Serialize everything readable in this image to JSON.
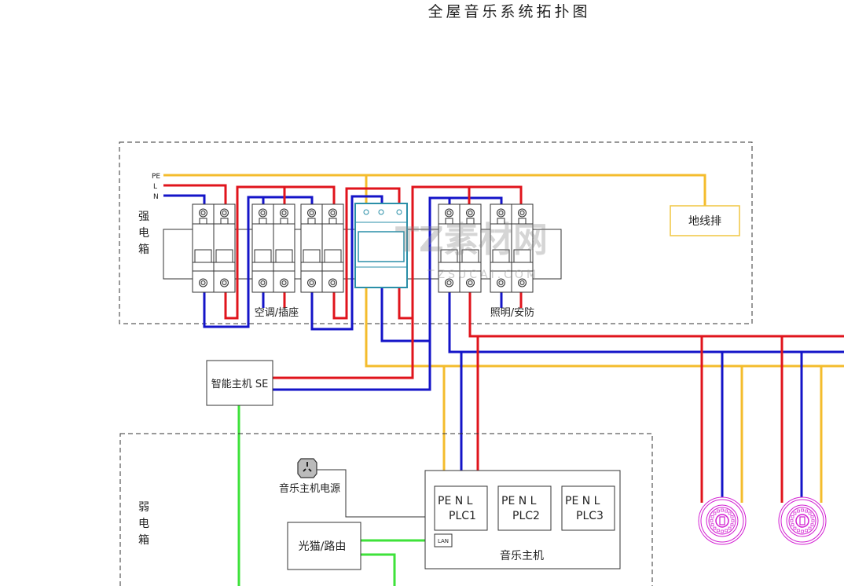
{
  "title": "全屋音乐系统拓扑图",
  "colors": {
    "live": "#e0141c",
    "neutral": "#1414c8",
    "earth": "#f4bc2c",
    "network": "#3ee23a",
    "speaker": "#d21ed2",
    "spd": "#2a8fa8"
  },
  "strong_box": {
    "label": [
      "强",
      "电",
      "箱"
    ],
    "wire_labels": {
      "pe": "PE",
      "l": "L",
      "n": "N"
    },
    "group_ac": "空调/插座",
    "group_light": "照明/安防",
    "ground_bar": "地线排"
  },
  "smart_host": "智能主机 SE",
  "weak_box": {
    "label": [
      "弱",
      "电",
      "箱"
    ],
    "power_label": "音乐主机电源",
    "router": "光猫/路由",
    "music_host": "音乐主机",
    "lan": "LAN",
    "plcs": [
      {
        "terms": "PE  N L",
        "name": "PLC1"
      },
      {
        "terms": "PE  N L",
        "name": "PLC2"
      },
      {
        "terms": "PE  N L",
        "name": "PLC3"
      }
    ]
  },
  "icons": {
    "socket": "power-socket-icon",
    "speaker": "ceiling-speaker-icon"
  },
  "watermark": {
    "main": "TZ素材网",
    "sub": "TZSUCAI.COM"
  }
}
